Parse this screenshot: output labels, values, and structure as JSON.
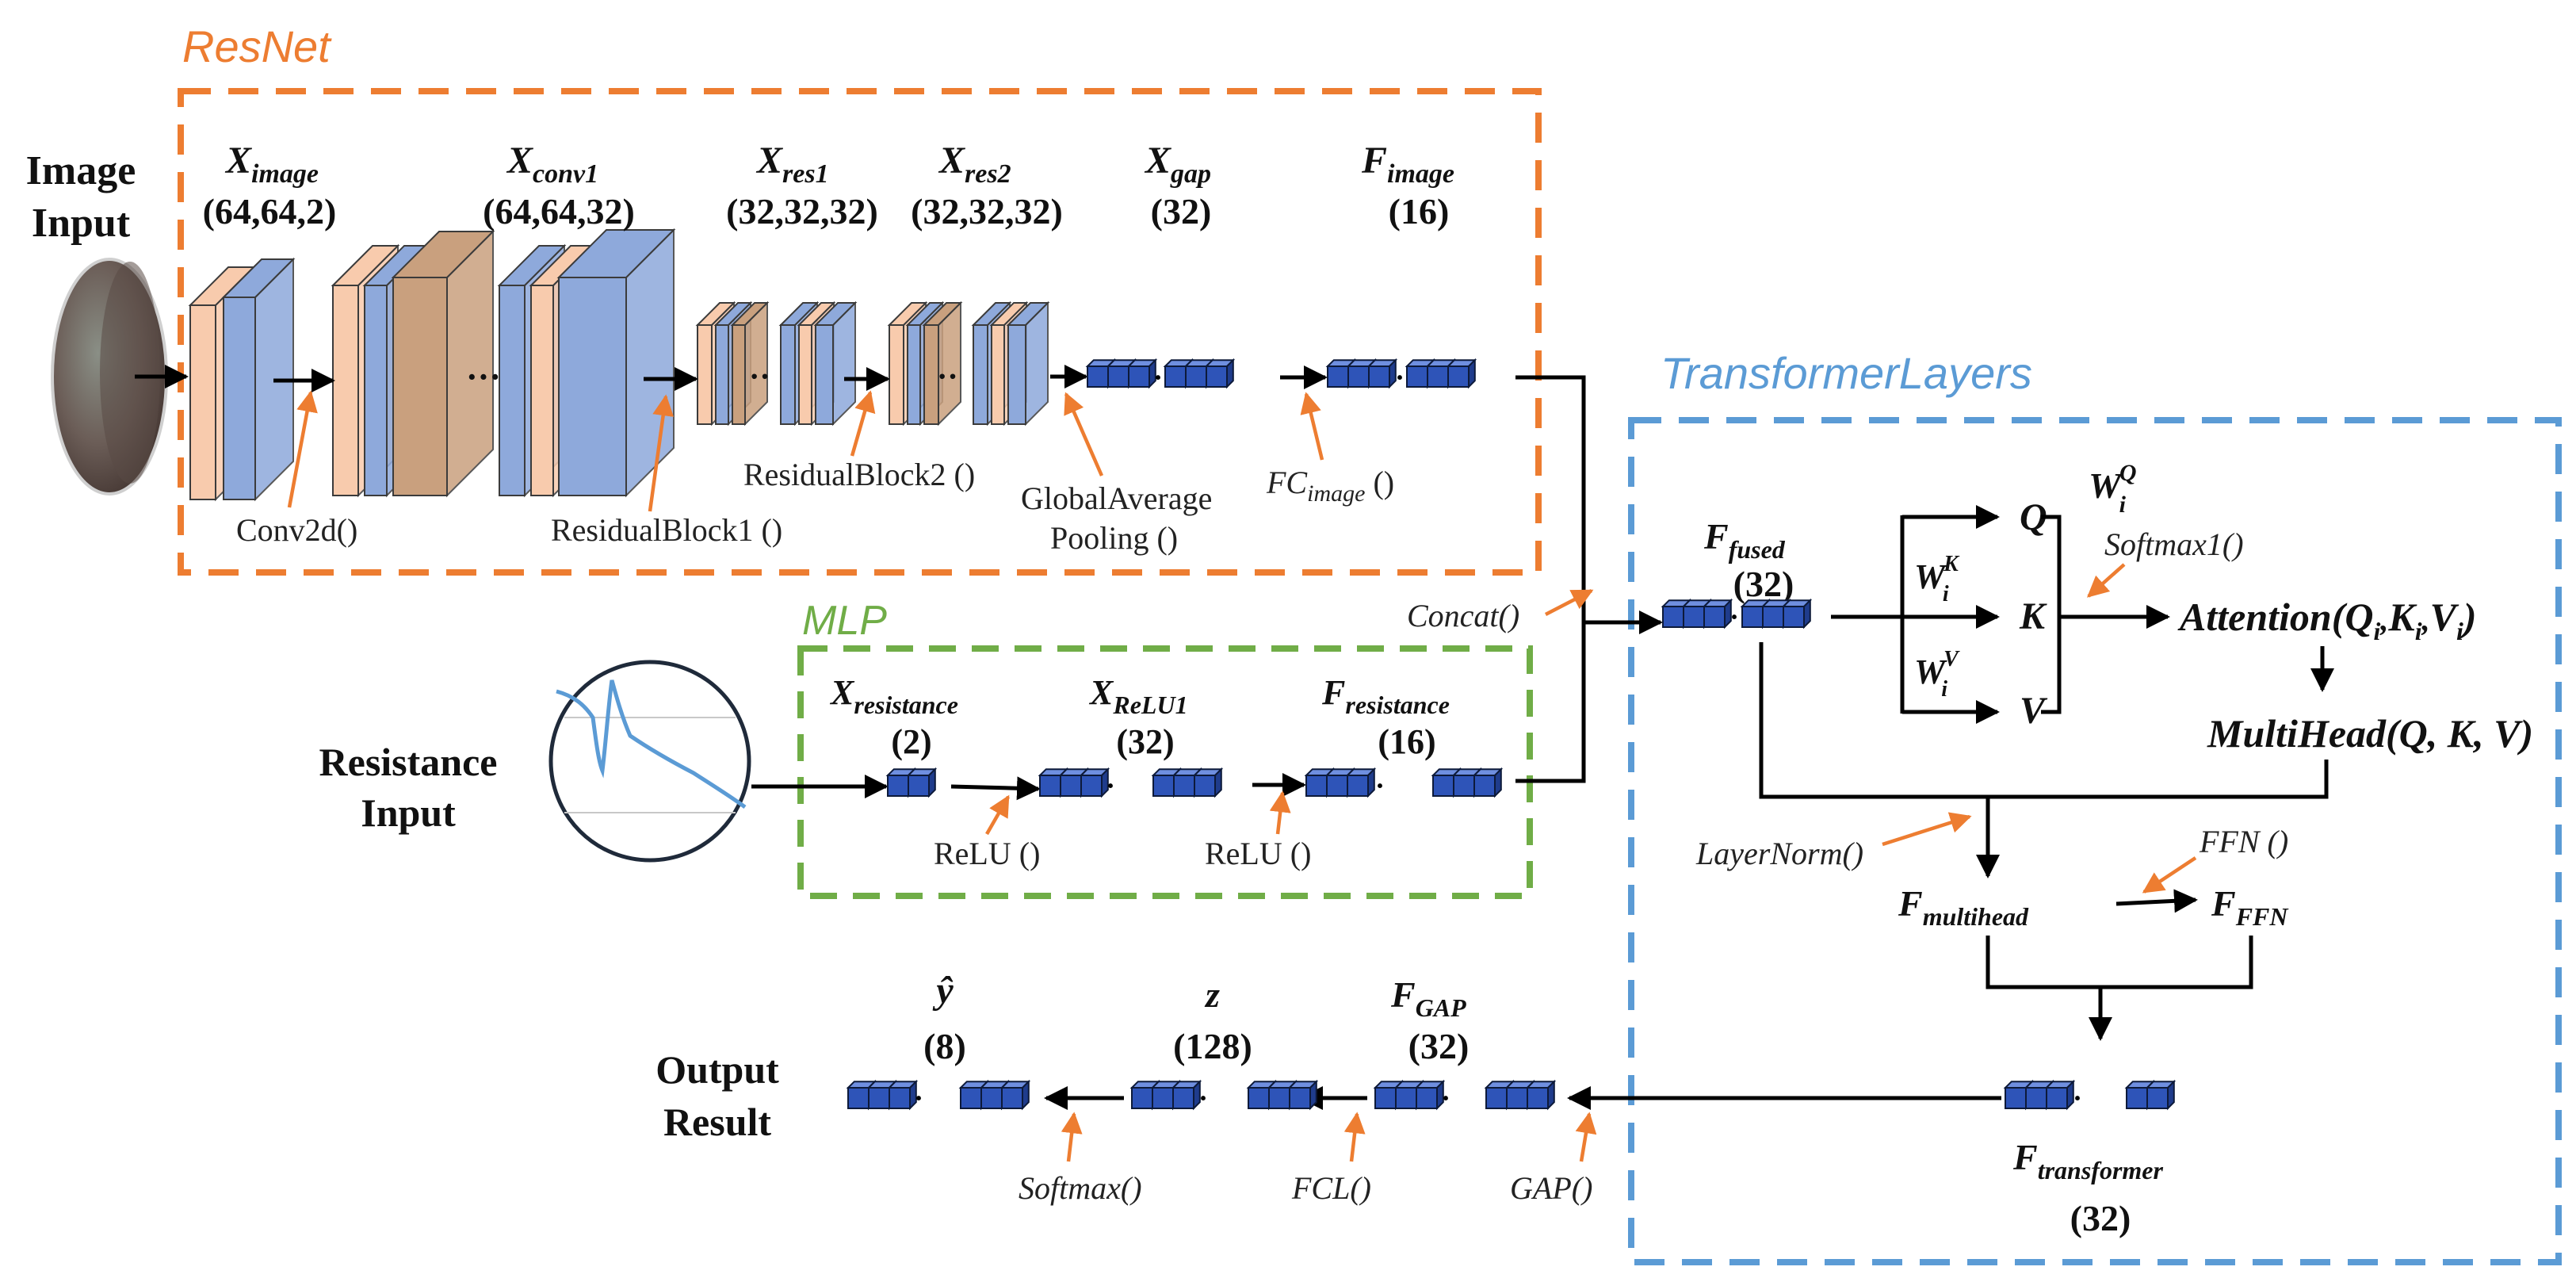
{
  "colors": {
    "resnet": "#ED7D31",
    "mlp": "#70AD47",
    "transformer": "#5B9BD5",
    "cube": "#2E54B8",
    "layer_peach": "#F8CBAD",
    "layer_blue": "#8EA9DB",
    "layer_brown": "#C9A07E"
  },
  "boxes": {
    "resnet": "ResNet",
    "mlp": "MLP",
    "transformer": "TransformerLayers"
  },
  "inputs": {
    "image_l1": "Image",
    "image_l2": "Input",
    "resistance_l1": "Resistance",
    "resistance_l2": "Input",
    "output_l1": "Output",
    "output_l2": "Result"
  },
  "tensors": {
    "x_image": {
      "base": "X",
      "sub": "image",
      "dim": "(64,64,2)"
    },
    "x_conv1": {
      "base": "X",
      "sub": "conv1",
      "dim": "(64,64,32)"
    },
    "x_res1": {
      "base": "X",
      "sub": "res1",
      "dim": "(32,32,32)"
    },
    "x_res2": {
      "base": "X",
      "sub": "res2",
      "dim": "(32,32,32)"
    },
    "x_gap": {
      "base": "X",
      "sub": "gap",
      "dim": "(32)"
    },
    "f_image": {
      "base": "F",
      "sub": "image",
      "dim": "(16)"
    },
    "x_resistance": {
      "base": "X",
      "sub": "resistance",
      "dim": "(2)"
    },
    "x_relu1": {
      "base": "X",
      "sub": "ReLU1",
      "dim": "(32)"
    },
    "f_resistance": {
      "base": "F",
      "sub": "resistance",
      "dim": "(16)"
    },
    "f_fused": {
      "base": "F",
      "sub": "fused",
      "dim": "(32)"
    },
    "f_multihead": {
      "base": "F",
      "sub": "multihead"
    },
    "f_ffn": {
      "base": "F",
      "sub": "FFN"
    },
    "f_transformer": {
      "base": "F",
      "sub": "transformer",
      "dim": "(32)"
    },
    "f_gap": {
      "base": "F",
      "sub": "GAP",
      "dim": "(32)"
    },
    "z": {
      "base": "z",
      "dim": "(128)"
    },
    "y_hat": {
      "base": "ŷ",
      "dim": "(8)"
    }
  },
  "ops": {
    "conv2d": "Conv2d()",
    "residual1": "ResidualBlock1 ()",
    "residual2": "ResidualBlock2 ()",
    "gap_l1": "GlobalAverage",
    "gap_l2": "Pooling ()",
    "fc_image_base": "FC",
    "fc_image_sub": "image",
    "fc_image_tail": " ()",
    "concat": "Concat()",
    "relu_a": "ReLU ()",
    "relu_b": "ReLU ()",
    "softmax1": "Softmax1()",
    "layernorm": "LayerNorm()",
    "ffn": "FFN ()",
    "softmax": "Softmax()",
    "fcl": "FCL()",
    "gap": "GAP()"
  },
  "attention": {
    "q": "Q",
    "k": "K",
    "v": "V",
    "wq_base": "W",
    "wq_sup": "Q",
    "wq_sub": "i",
    "wk_base": "W",
    "wk_sup": "K",
    "wk_sub": "i",
    "wv_base": "W",
    "wv_sup": "V",
    "wv_sub": "i",
    "attention_fn": "Attention(",
    "attention_args": "Q",
    "attention_i1": "i",
    "attention_k": "K",
    "attention_i2": "i",
    "attention_v": "V",
    "attention_i3": "i",
    "multihead": "MultiHead(Q, K, V)",
    "comma": ","
  }
}
